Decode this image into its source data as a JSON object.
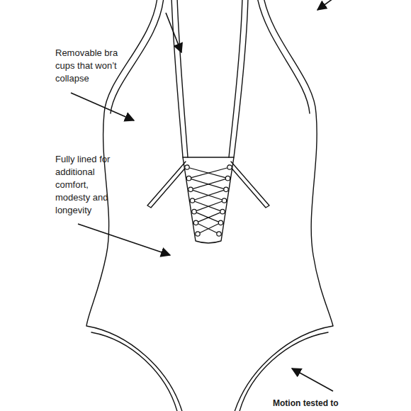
{
  "diagram": {
    "labels": [
      "Removable bra cups that won’t collapse",
      "Fully lined for additional comfort, modesty and longevity",
      "Motion tested to"
    ]
  }
}
